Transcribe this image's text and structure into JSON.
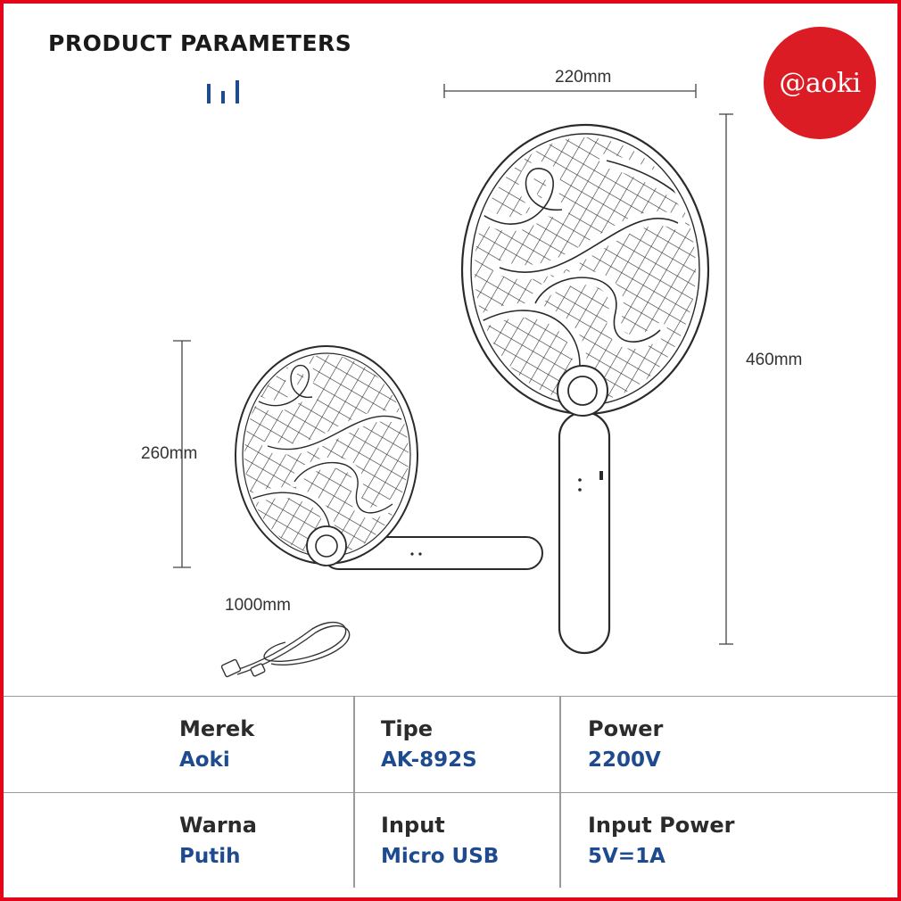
{
  "header": {
    "title": "PRODUCT PARAMETERS",
    "logo_text": "@aoki"
  },
  "dimensions": {
    "width_large": "220mm",
    "height_large": "460mm",
    "height_small": "260mm",
    "cable_length": "1000mm"
  },
  "specs": {
    "row1": [
      {
        "label": "Merek",
        "value": "Aoki"
      },
      {
        "label": "Tipe",
        "value": "AK-892S"
      },
      {
        "label": "Power",
        "value": "2200V"
      }
    ],
    "row2": [
      {
        "label": "Warna",
        "value": "Putih"
      },
      {
        "label": "Input",
        "value": "Micro USB"
      },
      {
        "label": "Input Power",
        "value": "5V=1A"
      }
    ]
  },
  "colors": {
    "border": "#e3061a",
    "logo_bg": "#dc1c24",
    "value_text": "#1e4b8f",
    "accent_bars": "#1e4b8f"
  }
}
